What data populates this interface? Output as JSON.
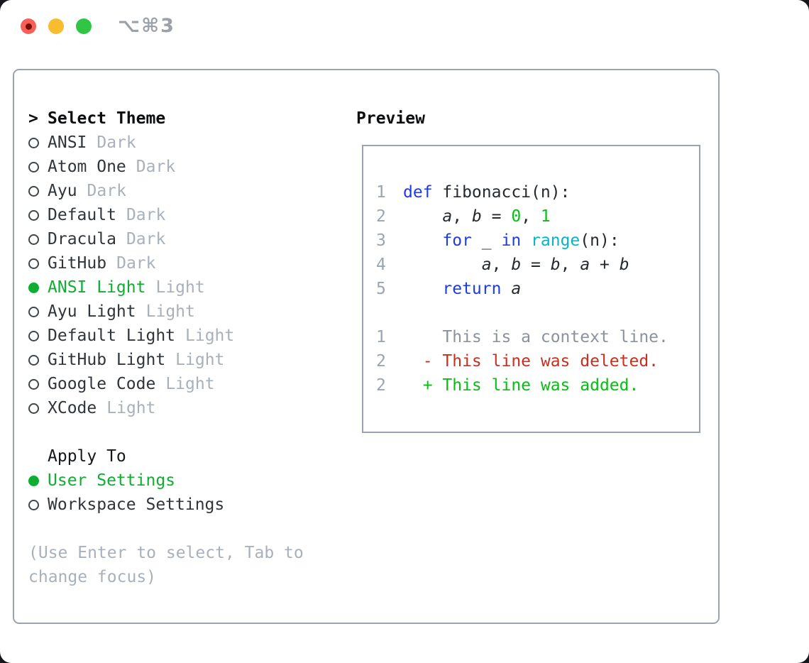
{
  "window": {
    "title": "⌥⌘3",
    "traffic_lights": [
      {
        "name": "close-button",
        "color": "#f85f57"
      },
      {
        "name": "minimize-button",
        "color": "#f8bd2e"
      },
      {
        "name": "zoom-button",
        "color": "#30c644"
      }
    ]
  },
  "theme_panel": {
    "header": {
      "prompt": ">",
      "label": "Select Theme"
    },
    "themes": [
      {
        "name": "ANSI",
        "tag": "Dark",
        "selected": false
      },
      {
        "name": "Atom One",
        "tag": "Dark",
        "selected": false
      },
      {
        "name": "Ayu",
        "tag": "Dark",
        "selected": false
      },
      {
        "name": "Default",
        "tag": "Dark",
        "selected": false
      },
      {
        "name": "Dracula",
        "tag": "Dark",
        "selected": false
      },
      {
        "name": "GitHub",
        "tag": "Dark",
        "selected": false
      },
      {
        "name": "ANSI Light",
        "tag": "Light",
        "selected": true
      },
      {
        "name": "Ayu Light",
        "tag": "Light",
        "selected": false
      },
      {
        "name": "Default Light",
        "tag": "Light",
        "selected": false
      },
      {
        "name": "GitHub Light",
        "tag": "Light",
        "selected": false
      },
      {
        "name": "Google Code",
        "tag": "Light",
        "selected": false
      },
      {
        "name": "XCode",
        "tag": "Light",
        "selected": false
      }
    ],
    "apply_to": {
      "label": "Apply To",
      "options": [
        {
          "name": "User Settings",
          "selected": true
        },
        {
          "name": "Workspace Settings",
          "selected": false
        }
      ]
    },
    "help_text": "(Use Enter to select, Tab to change focus)"
  },
  "preview": {
    "label": "Preview",
    "lines": [
      {
        "num": "1",
        "segments": [
          {
            "t": "def ",
            "s": "kw"
          },
          {
            "t": "fibonacci(n):",
            "s": "plain"
          }
        ]
      },
      {
        "num": "2",
        "segments": [
          {
            "t": "    ",
            "s": "plain"
          },
          {
            "t": "a",
            "s": "var"
          },
          {
            "t": ", ",
            "s": "plain"
          },
          {
            "t": "b",
            "s": "var"
          },
          {
            "t": " = ",
            "s": "plain"
          },
          {
            "t": "0",
            "s": "num"
          },
          {
            "t": ", ",
            "s": "plain"
          },
          {
            "t": "1",
            "s": "num"
          }
        ]
      },
      {
        "num": "3",
        "segments": [
          {
            "t": "    ",
            "s": "plain"
          },
          {
            "t": "for",
            "s": "kw"
          },
          {
            "t": " _ ",
            "s": "plain"
          },
          {
            "t": "in",
            "s": "kw"
          },
          {
            "t": " ",
            "s": "plain"
          },
          {
            "t": "range",
            "s": "fn"
          },
          {
            "t": "(n):",
            "s": "plain"
          }
        ]
      },
      {
        "num": "4",
        "segments": [
          {
            "t": "        ",
            "s": "plain"
          },
          {
            "t": "a",
            "s": "var"
          },
          {
            "t": ", ",
            "s": "plain"
          },
          {
            "t": "b",
            "s": "var"
          },
          {
            "t": " = ",
            "s": "plain"
          },
          {
            "t": "b",
            "s": "var"
          },
          {
            "t": ", ",
            "s": "plain"
          },
          {
            "t": "a",
            "s": "var"
          },
          {
            "t": " + ",
            "s": "plain"
          },
          {
            "t": "b",
            "s": "var"
          }
        ]
      },
      {
        "num": "5",
        "segments": [
          {
            "t": "    ",
            "s": "plain"
          },
          {
            "t": "return",
            "s": "kw"
          },
          {
            "t": " ",
            "s": "plain"
          },
          {
            "t": "a",
            "s": "var"
          }
        ]
      },
      {
        "num": "",
        "segments": []
      },
      {
        "num": "1",
        "segments": [
          {
            "t": "    This is a context line.",
            "s": "ctx"
          }
        ]
      },
      {
        "num": "2",
        "segments": [
          {
            "t": "  - This line was deleted.",
            "s": "del"
          }
        ]
      },
      {
        "num": "2",
        "segments": [
          {
            "t": "  + This line was added.",
            "s": "add"
          }
        ]
      }
    ]
  },
  "colors": {
    "selected_green": "#0fad32",
    "added_green": "#08bd14",
    "deleted_red": "#c92f1e",
    "keyword_blue": "#1d3be6",
    "function_cyan": "#00b7c3",
    "muted_gray": "#a8b1bb",
    "line_number_gray": "#9aa5b1",
    "context_gray": "#8a939d",
    "text_dark": "#2f353b",
    "border_gray": "#9aa3af",
    "traffic_red": "#f85f57",
    "traffic_yellow": "#f8bd2e",
    "traffic_green": "#30c644"
  }
}
